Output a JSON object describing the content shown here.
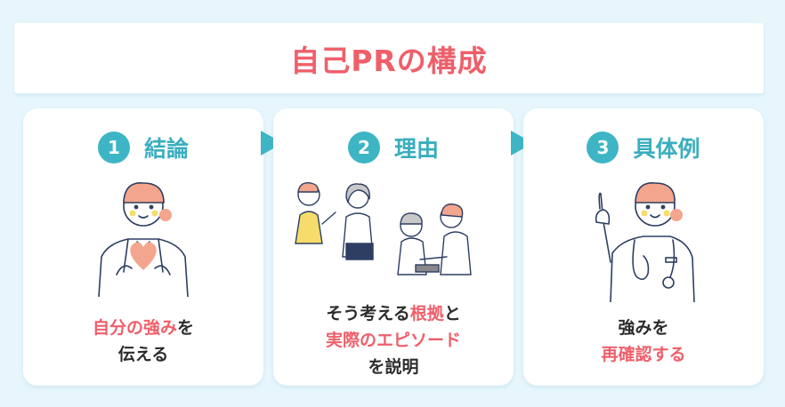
{
  "title": "自己PRの構成",
  "colors": {
    "background": "#e6f6fc",
    "accent_teal": "#3db5c5",
    "highlight_red": "#ef5f6a",
    "text_dark": "#2c2c2c",
    "hair_salmon": "#f4a58d"
  },
  "steps": [
    {
      "number": "1",
      "label": "結論",
      "illustration": "nurse-holding-heart-illustration",
      "desc": {
        "line1_highlight": "自分の強み",
        "line1_rest": "を",
        "line2": "伝える"
      }
    },
    {
      "number": "2",
      "label": "理由",
      "illustration": "nurse-talking-and-caring-illustration",
      "desc": {
        "line1_plain": "そう考える",
        "line1_highlight": "根拠",
        "line1_rest": "と",
        "line2_highlight": "実際のエピソード",
        "line3": "を説明"
      }
    },
    {
      "number": "3",
      "label": "具体例",
      "illustration": "nurse-pointing-up-illustration",
      "desc": {
        "line1": "強みを",
        "line2_highlight": "再確認する"
      }
    }
  ],
  "arrows": [
    "arrow-right-icon",
    "arrow-right-icon"
  ]
}
